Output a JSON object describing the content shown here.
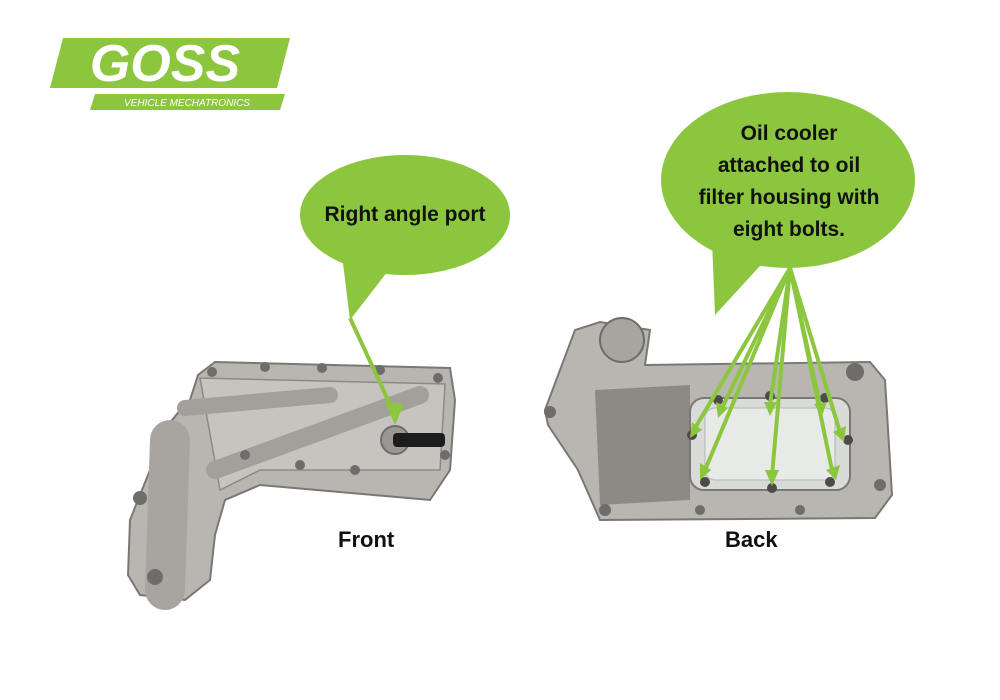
{
  "logo": {
    "brand": "GOSS",
    "tagline": "VEHICLE MECHATRONICS",
    "color": "#8cc63f"
  },
  "callouts": {
    "front": "Right angle port",
    "back_lines": [
      "Oil cooler",
      "attached to oil",
      "filter housing with",
      "eight bolts."
    ]
  },
  "captions": {
    "front": "Front",
    "back": "Back"
  },
  "colors": {
    "accent": "#8cc63f",
    "metal": "#b9b6b1",
    "metal_dark": "#8d8a86",
    "background": "#ffffff"
  },
  "icons": [
    "right-angle-port-fitting-icon",
    "bolt-icon"
  ]
}
